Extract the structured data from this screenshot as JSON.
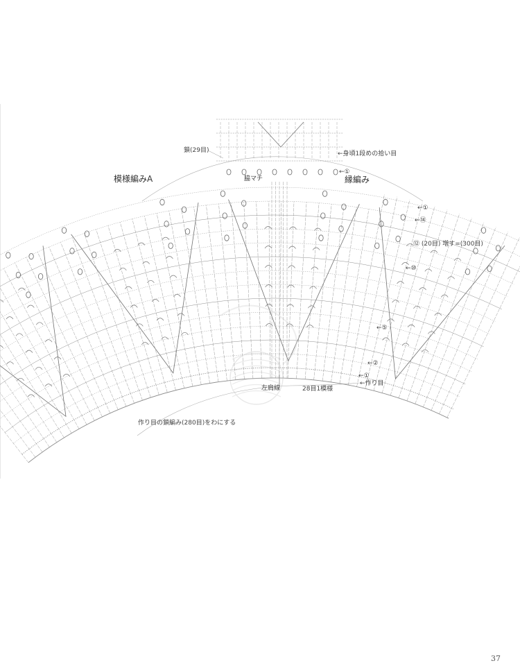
{
  "diagram": {
    "labels": {
      "chain_count": "鎖(29目)",
      "pickup_note": "←身頃1段めの拾い目",
      "row1_top": "←①",
      "pattern_a": "模様編みA",
      "gusset": "脇マチ",
      "edging": "縁編み",
      "row1_right": "←①",
      "row14": "←⑭",
      "increase_note": "⑫ (20目) 増す=(300目)",
      "row10": "←⑩",
      "row5": "←⑤",
      "row2": "←②",
      "row1_bottom": "←①",
      "foundation": "←作り目",
      "left_shoulder": "左肩線",
      "repeat": "28目1模様",
      "foundation_note": "作り目の鎖編み(280目)をわにする"
    },
    "watermark": "yarn-ball-logo",
    "page_number": "37"
  }
}
